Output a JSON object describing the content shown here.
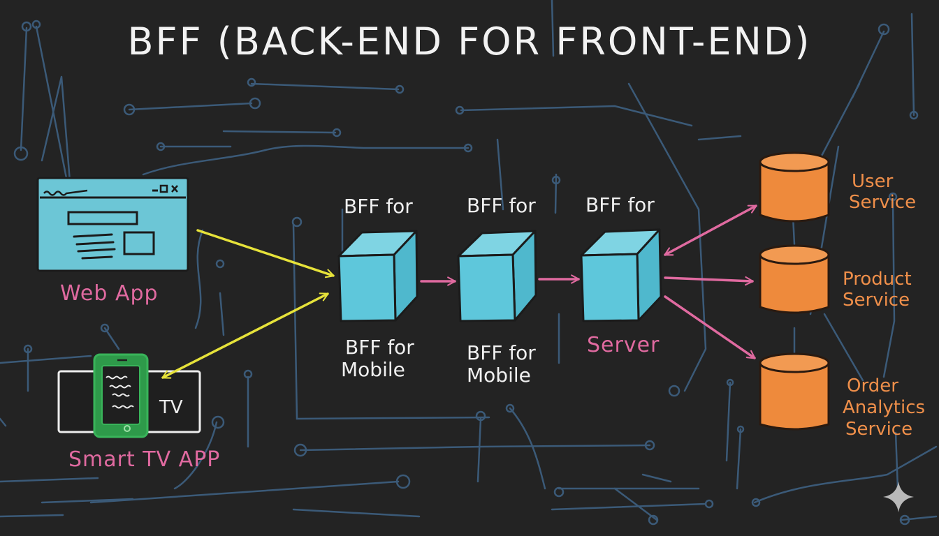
{
  "title": "BFF (BACK-END FOR FRONT-END)",
  "colors": {
    "background": "#232323",
    "network_lines": "#3b5a78",
    "client_fill": "#6cc6d6",
    "bff_fill": "#5ec7db",
    "service_fill": "#ee8a3c",
    "phone_green": "#2e9a4a",
    "arrow_yellow": "#e6e23a",
    "arrow_pink": "#e06aa0",
    "text_white": "#f0f0f0",
    "text_orange": "#ef8f4a"
  },
  "clients": {
    "web": {
      "label": "Web App",
      "icon": "browser-window-icon"
    },
    "tv": {
      "label": "Smart TV APP",
      "screen_text": "TV",
      "icon": "tv-with-phone-icon"
    }
  },
  "bffs": [
    {
      "top_label": "BFF for",
      "bottom_label": [
        "BFF for",
        "Mobile"
      ]
    },
    {
      "top_label": "BFF for",
      "bottom_label": [
        "BFF for",
        "Mobile"
      ]
    },
    {
      "top_label": "BFF for",
      "bottom_label": [
        "Server"
      ]
    }
  ],
  "services": [
    {
      "label": [
        "User",
        "Service"
      ]
    },
    {
      "label": [
        "Product",
        "Service"
      ]
    },
    {
      "label": [
        "Order",
        "Analytics",
        "Service"
      ]
    }
  ],
  "connections": [
    {
      "from": "web",
      "to": "bff-1",
      "style": "yellow",
      "direction": "forward"
    },
    {
      "from": "tv",
      "to": "bff-1",
      "style": "yellow",
      "direction": "both"
    },
    {
      "from": "bff-1",
      "to": "bff-2",
      "style": "pink",
      "direction": "forward"
    },
    {
      "from": "bff-2",
      "to": "bff-3",
      "style": "pink",
      "direction": "forward"
    },
    {
      "from": "bff-3",
      "to": "service-user",
      "style": "pink",
      "direction": "both"
    },
    {
      "from": "bff-3",
      "to": "service-product",
      "style": "pink",
      "direction": "forward"
    },
    {
      "from": "bff-3",
      "to": "service-order",
      "style": "pink",
      "direction": "forward"
    }
  ],
  "watermark": {
    "icon": "sparkle-icon"
  }
}
